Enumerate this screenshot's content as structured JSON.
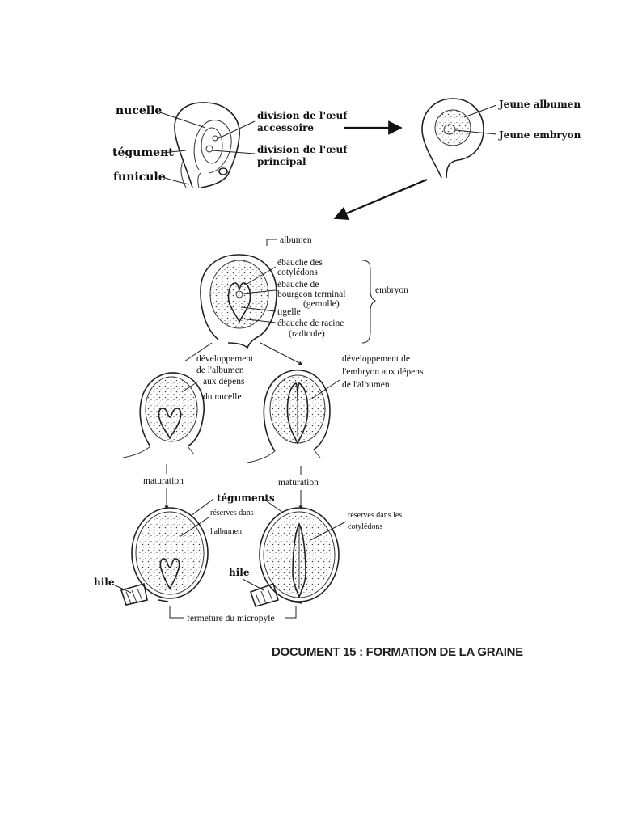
{
  "stage1": {
    "nucelle": "nucelle",
    "tegument": "tégument",
    "funicule": "funicule",
    "div_accessoire_1": "division de l'œuf",
    "div_accessoire_2": "accessoire",
    "div_principal_1": "division de l'œuf",
    "div_principal_2": "principal"
  },
  "stage2": {
    "jeune_albumen": "Jeune albumen",
    "jeune_embryon": "Jeune embryon"
  },
  "stage3": {
    "albumen": "albumen",
    "ebauche_cotyledons_1": "ébauche des",
    "ebauche_cotyledons_2": "cotylédons",
    "ebauche_bourgeon_1": "ébauche de",
    "ebauche_bourgeon_2": "bourgeon terminal",
    "gemmule": "(gemulle)",
    "tigelle": "tigelle",
    "ebauche_racine": "ébauche de racine",
    "radicule": "(radicule)",
    "embryon": "embryon"
  },
  "branches": {
    "left_1": "développement",
    "left_2": "de l'albumen",
    "left_3": "aux dépens",
    "left_4": "du nucelle",
    "right_1": "développement de",
    "right_2": "l'embryon aux dépens",
    "right_3": "de l'albumen"
  },
  "maturation": {
    "left": "maturation",
    "right": "maturation"
  },
  "seeds": {
    "teguments": "téguments",
    "reserves_albumen_1": "réserves dans",
    "reserves_albumen_2": "l'albumen",
    "reserves_cotyledons_1": "réserves dans les",
    "reserves_cotyledons_2": "cotylédons",
    "hile_left": "hile",
    "hile_right": "hile",
    "fermeture": "fermeture du micropyle"
  },
  "caption": {
    "document": "DOCUMENT 15",
    "separator": " : ",
    "title": "FORMATION DE LA GRAINE"
  }
}
